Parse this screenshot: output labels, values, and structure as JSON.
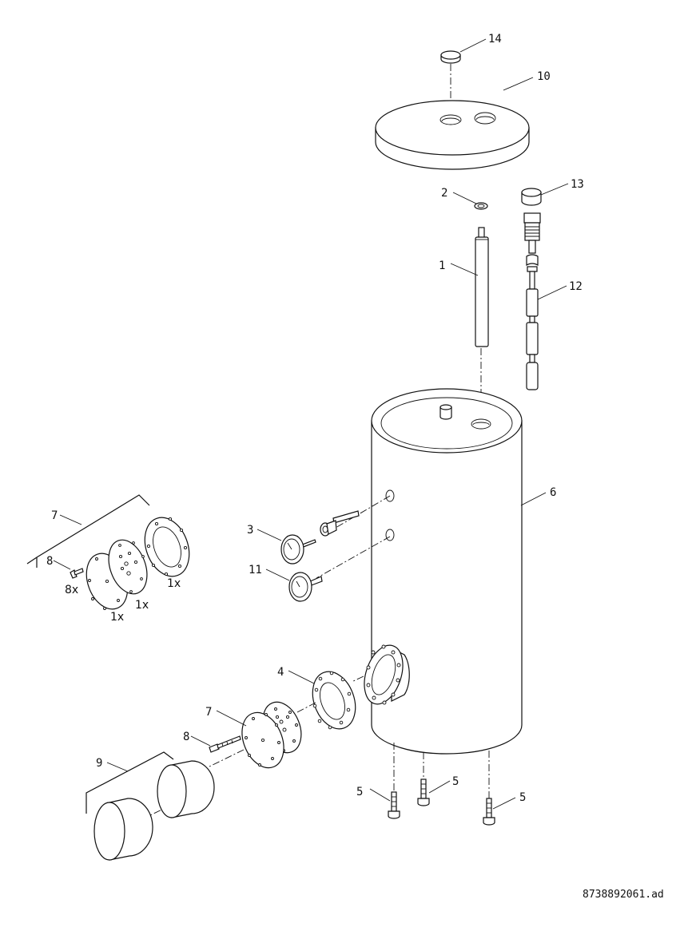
{
  "drawing": {
    "part_labels": [
      "1",
      "2",
      "3",
      "4",
      "5",
      "5",
      "5",
      "6",
      "7",
      "7",
      "8",
      "8",
      "9",
      "10",
      "11",
      "12",
      "13",
      "14"
    ],
    "quantity_labels": [
      "8x",
      "1x",
      "1x",
      "1x"
    ],
    "document_code": "8738892061.ad"
  },
  "colors": {
    "line": "#111111",
    "background": "#ffffff"
  }
}
